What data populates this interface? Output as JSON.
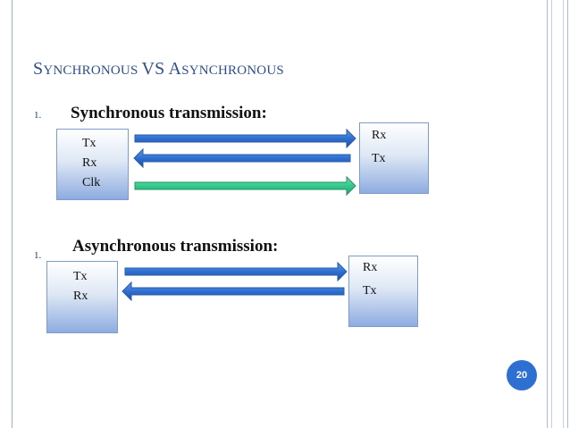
{
  "title": {
    "s1": "S",
    "r1": "YNCHRONOUS ",
    "vs": "VS",
    "a1": " A",
    "r2": "SYNCHRONOUS"
  },
  "sync": {
    "number": "1.",
    "heading": "Synchronous transmission:",
    "left_box": [
      "Tx",
      "Rx",
      "Clk"
    ],
    "right_box": [
      "Rx",
      "Tx"
    ]
  },
  "async": {
    "number": "1.",
    "heading": "Asynchronous transmission:",
    "left_box": [
      "Tx",
      "Rx"
    ],
    "right_box": [
      "Rx",
      "Tx"
    ]
  },
  "page_number": "20",
  "colors": {
    "arrow_blue": "#2f6fd0",
    "arrow_green": "#34c98c",
    "title": "#2f4f8a",
    "page_badge": "#2e6fd2"
  }
}
